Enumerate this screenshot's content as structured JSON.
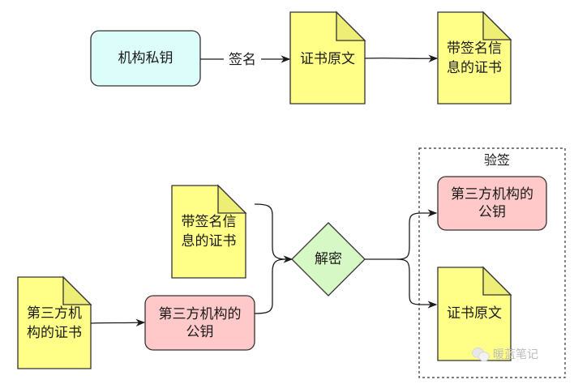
{
  "diagram": {
    "top_flow": {
      "private_key_box": {
        "label": "机构私钥",
        "color": "#dcfdfa"
      },
      "sign_edge_label": "签名",
      "original_cert_doc": {
        "label": "证书原文",
        "color": "#ffff88"
      },
      "signed_cert_doc": {
        "label": "带签名信息的证书",
        "lines": [
          "带签名信",
          "息的证书"
        ],
        "color": "#ffff88"
      }
    },
    "bottom_flow": {
      "signed_cert_doc": {
        "lines": [
          "带签名信",
          "息的证书"
        ],
        "color": "#ffff88"
      },
      "third_party_cert_doc": {
        "lines": [
          "第三方机",
          "构的证书"
        ],
        "color": "#ffff88"
      },
      "third_party_pubkey_box": {
        "lines": [
          "第三方机构的",
          "公钥"
        ],
        "color": "#ffc9c9"
      },
      "decrypt_node": {
        "label": "解密",
        "color": "#d5f8c4"
      },
      "verify_group": {
        "title": "验签",
        "pubkey_box": {
          "lines": [
            "第三方机构的",
            "公钥"
          ],
          "color": "#ffc9c9"
        },
        "original_cert_doc": {
          "label": "证书原文",
          "color": "#ffff88"
        }
      }
    },
    "watermark": {
      "icon": "wechat-icon",
      "text": "暖蓝笔记"
    },
    "colors": {
      "stroke": "#333333",
      "doc_fold": "#eeee77"
    }
  }
}
